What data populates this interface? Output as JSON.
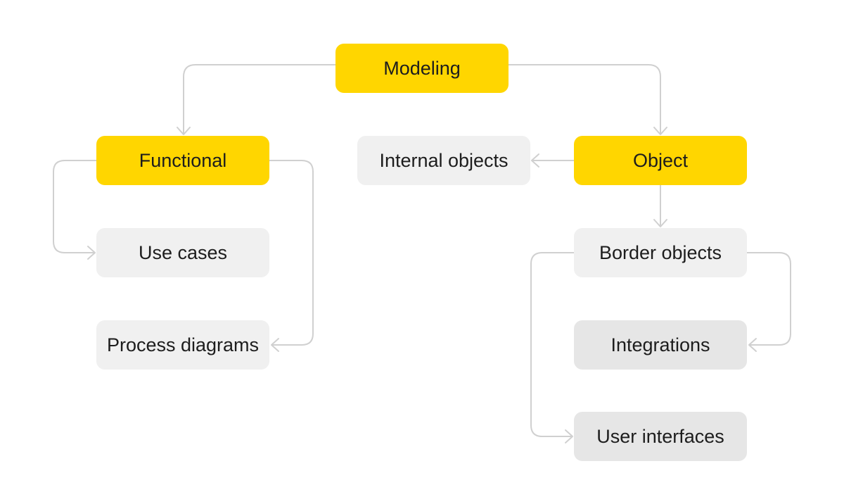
{
  "colors": {
    "accent": "#ffd600",
    "node_light": "#f0f0f0",
    "node_mid": "#e6e6e6",
    "connector": "#d0d0d0",
    "text": "#1d1d1d"
  },
  "nodes": {
    "modeling": "Modeling",
    "functional": "Functional",
    "internal_objects": "Internal objects",
    "object": "Object",
    "use_cases": "Use cases",
    "border_objects": "Border objects",
    "process_diagrams": "Process diagrams",
    "integrations": "Integrations",
    "user_interfaces": "User interfaces"
  }
}
